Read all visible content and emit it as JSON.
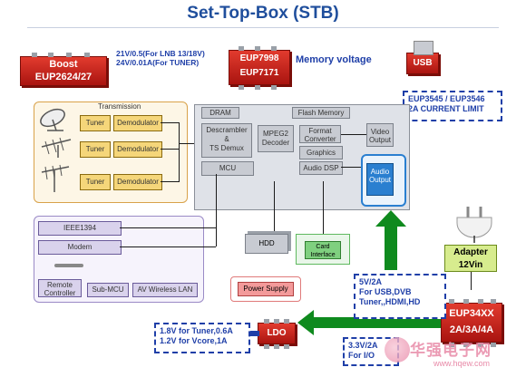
{
  "title": "Set-Top-Box (STB)",
  "boost_chip": {
    "line1": "Boost",
    "line2": "EUP2624/27"
  },
  "boost_spec": {
    "line1": "21V/0.5(For LNB 13/18V)",
    "line2": "24V/0.01A(For TUNER)"
  },
  "memory_chip": {
    "line1": "EUP7998",
    "line2": "EUP7171"
  },
  "memory_label": "Memory voltage",
  "usb_chip": "USB",
  "usb_note": {
    "line1": "EUP3545 / EUP3546",
    "line2": "2A CURRENT LIMIT"
  },
  "transmission": {
    "label": "Transmission",
    "rows": [
      {
        "tuner": "Tuner",
        "demod": "Demodulator"
      },
      {
        "tuner": "Tuner",
        "demod": "Demodulator"
      },
      {
        "tuner": "Tuner",
        "demod": "Demodulator"
      }
    ]
  },
  "core": {
    "dram": "DRAM",
    "flash": "Flash Memory",
    "descrambler": {
      "line1": "Descrambler",
      "line2": "&",
      "line3": "TS Demux"
    },
    "mcu": "MCU",
    "mpeg": {
      "line1": "MPEG2",
      "line2": "Decoder"
    },
    "format": {
      "line1": "Format",
      "line2": "Converter"
    },
    "graphics": "Graphics",
    "audio_dsp": "Audio DSP",
    "video_out": {
      "line1": "Video",
      "line2": "Output"
    },
    "audio_out": {
      "line1": "Audio",
      "line2": "Output"
    }
  },
  "hdd": "HDD",
  "card": {
    "line1": "Card",
    "line2": "Interface"
  },
  "peripherals": {
    "ieee": "IEEE1394",
    "modem": "Modem",
    "remote": {
      "line1": "Remote",
      "line2": "Controller"
    },
    "submcu": "Sub-MCU",
    "av": "AV Wireless LAN"
  },
  "power_supply": "Power Supply",
  "adapter": {
    "line1": "Adapter",
    "line2": "12Vin"
  },
  "eup34xx": {
    "line1": "EUP34XX",
    "line2": "2A/3A/4A"
  },
  "note_5v": {
    "line1": "5V/2A",
    "line2": "For USB,DVB",
    "line3": "Tuner,,HDMI,HD"
  },
  "ldo": "LDO",
  "note_ldo": {
    "line1": "1.8V for Tuner,0.6A",
    "line2": "1.2V for Vcore,1A"
  },
  "note_33": {
    "line1": "3.3V/2A",
    "line2": "For I/O"
  },
  "watermark": {
    "cn": "华强电子网",
    "url": "www.hqew.com"
  },
  "colors": {
    "chip_red": "#c8201a",
    "title_blue": "#1f4e9c",
    "arrow_green": "#0f8a1e",
    "note_blue": "#1f3fa8"
  }
}
